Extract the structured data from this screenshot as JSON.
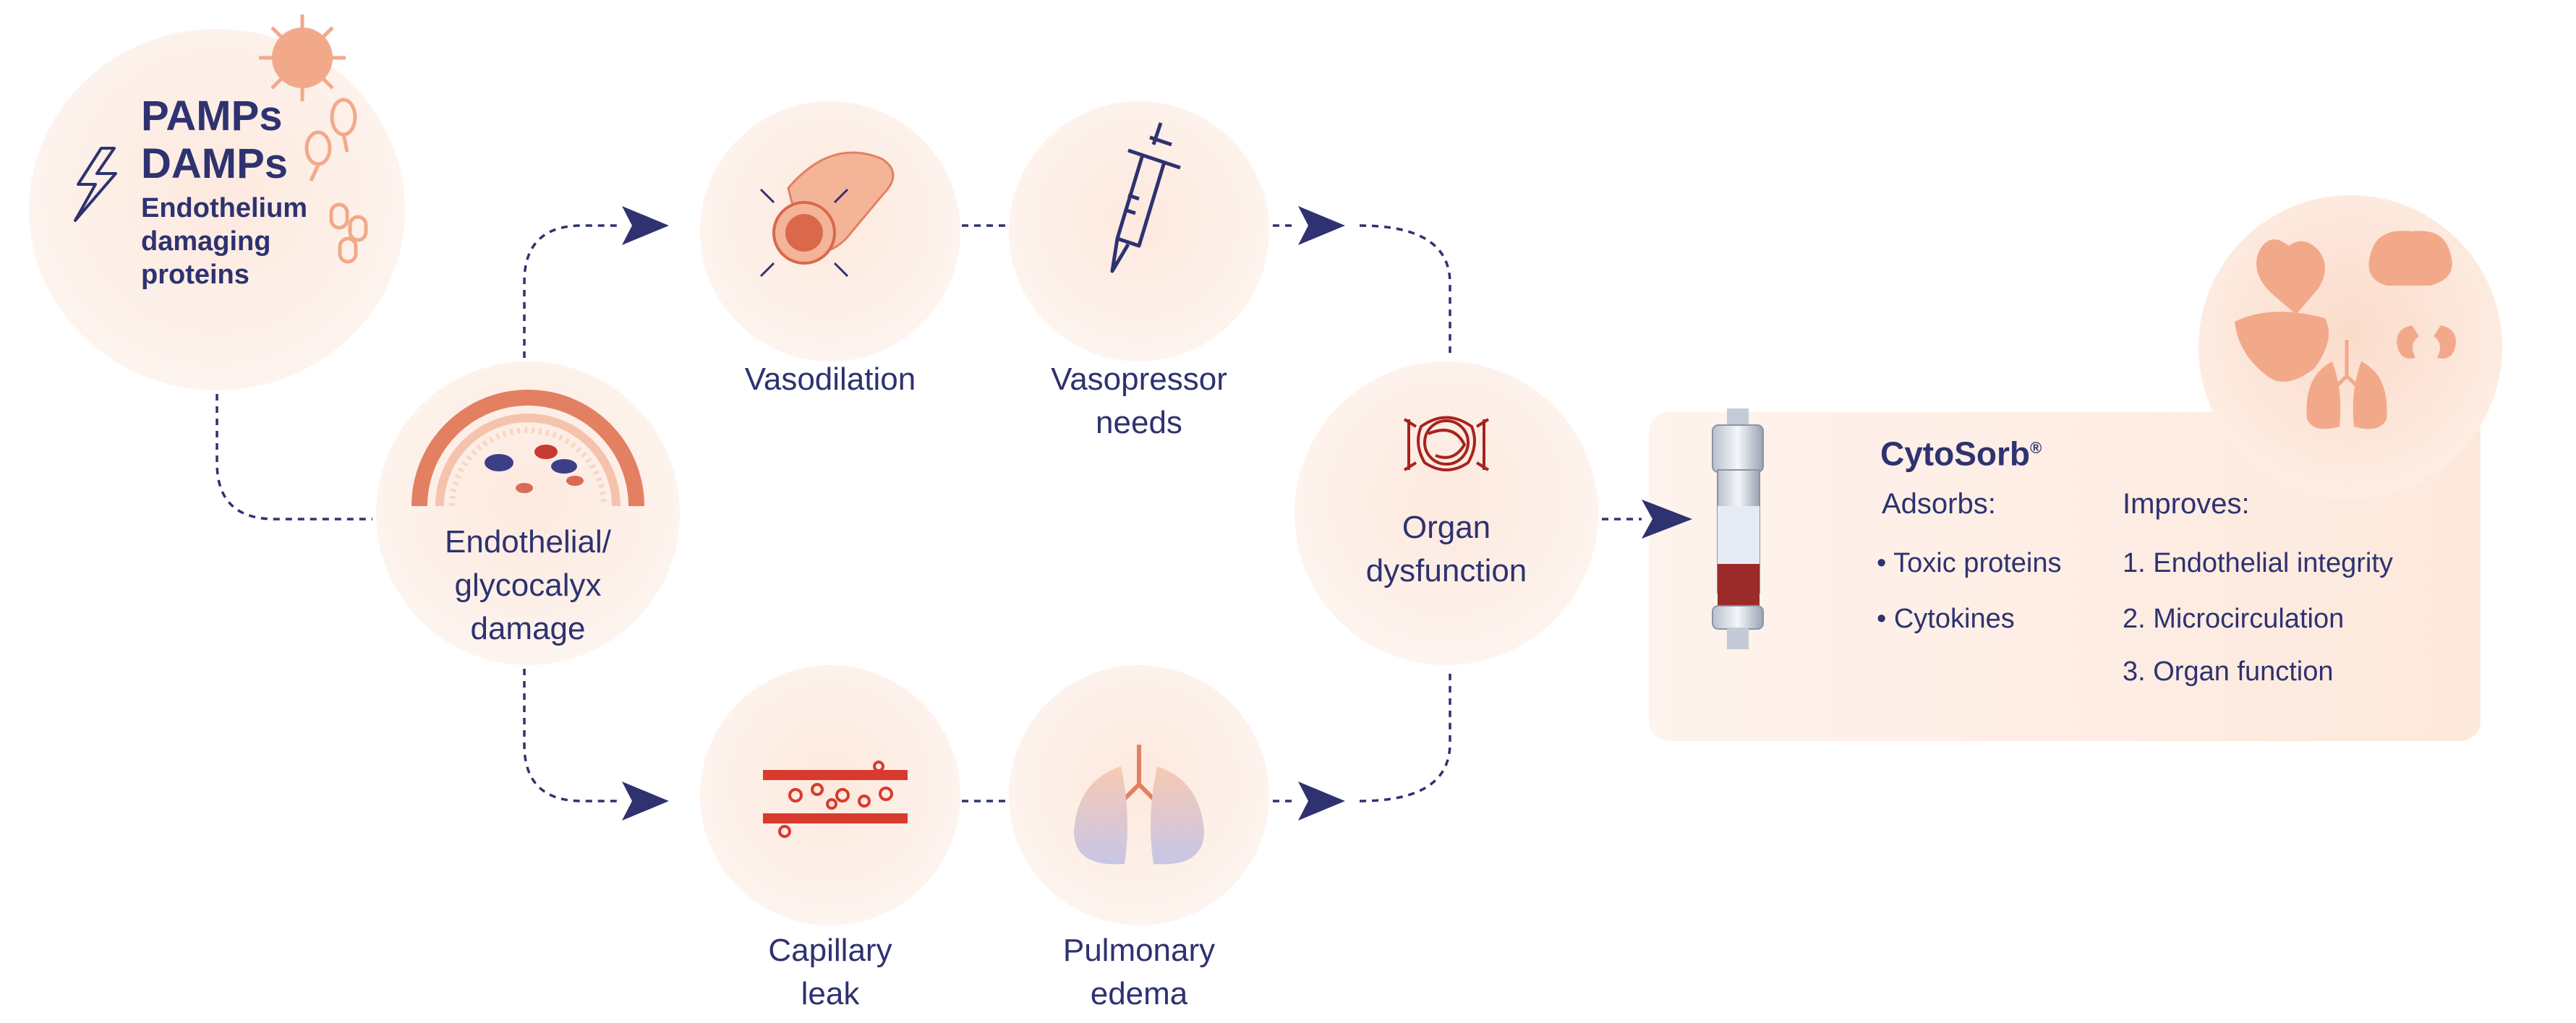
{
  "trigger": {
    "line1": "PAMPs",
    "line2": "DAMPs",
    "line3": "Endothelium",
    "line4": "damaging",
    "line5": "proteins"
  },
  "nodes": {
    "endothelial": [
      "Endothelial/",
      "glycocalyx",
      "damage"
    ],
    "vasodilation": [
      "Vasodilation"
    ],
    "vasopressor": [
      "Vasopressor",
      "needs"
    ],
    "organ": [
      "Organ",
      "dysfunction"
    ],
    "capillary": [
      "Capillary",
      "leak"
    ],
    "pulmonary": [
      "Pulmonary",
      "edema"
    ]
  },
  "product": {
    "name": "CytoSorb",
    "mark": "®",
    "adsorbs_heading": "Adsorbs:",
    "adsorbs": [
      "• Toxic proteins",
      "• Cytokines"
    ],
    "improves_heading": "Improves:",
    "improves": [
      "1. Endothelial integrity",
      "2. Microcirculation",
      "3. Organ function"
    ]
  },
  "colors": {
    "text": "#2e3270",
    "arrow": "#2e3270",
    "accent": "#d9694a",
    "dark_red": "#a8221e",
    "circle_bg": "#fdebe1"
  },
  "icons": [
    "lightning-icon",
    "virus-icon",
    "bacteria-icon",
    "vessel-icon",
    "syringe-icon",
    "glycocalyx-icon",
    "organ-tangle-icon",
    "capillary-icon",
    "lungs-icon",
    "cartridge-icon",
    "heart-icon",
    "brain-icon",
    "liver-icon",
    "kidneys-icon"
  ]
}
